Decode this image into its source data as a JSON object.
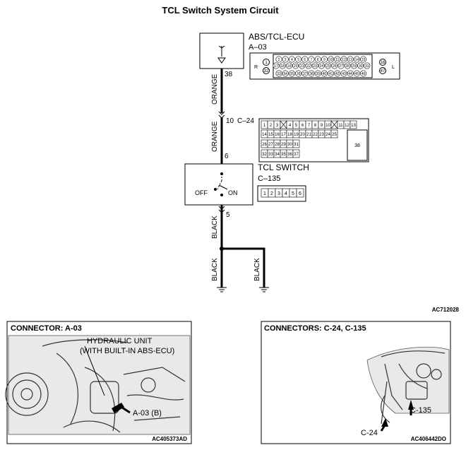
{
  "diagram_title": "TCL Switch System Circuit",
  "ecu": {
    "name": "ABS/TCL-ECU",
    "connector": "A–03",
    "pin": "38",
    "pins_row1": [
      "2",
      "3",
      "4",
      "5",
      "6",
      "7",
      "8",
      "9",
      "10",
      "11",
      "12",
      "13",
      "14",
      "15"
    ],
    "pins_row2": [
      "17",
      "18",
      "19",
      "20",
      "21",
      "22",
      "23",
      "24",
      "25",
      "26",
      "27",
      "28",
      "29",
      "30",
      "31"
    ],
    "pins_row3": [
      "33",
      "34",
      "35",
      "36",
      "37",
      "38",
      "39",
      "40",
      "41",
      "42",
      "43",
      "44",
      "45",
      "46"
    ],
    "pin_left_top": "1",
    "pin_left_bottom": "32",
    "pin_right_top": "16",
    "pin_right_bottom": "47",
    "side_left": "R",
    "side_right": "L"
  },
  "wire_upper": {
    "color": "ORANGE"
  },
  "wire_middle": {
    "color": "ORANGE"
  },
  "joint": {
    "pin": "10",
    "connector": "C–24"
  },
  "c24_grid": {
    "row1": [
      "1",
      "2",
      "3",
      "",
      "4",
      "5",
      "6",
      "7",
      "8",
      "9",
      "10",
      "",
      "11",
      "12",
      "13"
    ],
    "row2": [
      "14",
      "15",
      "16",
      "17",
      "18",
      "19",
      "20",
      "21",
      "22",
      "23",
      "24",
      "25"
    ],
    "row3a": [
      "26",
      "27",
      "28",
      "29",
      "30",
      "31"
    ],
    "row3b": [
      "32",
      "33",
      "34",
      "35",
      "36",
      "37"
    ],
    "big_pin": "38"
  },
  "tcl_switch": {
    "name": "TCL SWITCH",
    "connector": "C–135",
    "pin_top": "6",
    "pin_bottom": "5",
    "off_label": "OFF",
    "on_label": "ON",
    "pins": [
      "1",
      "2",
      "3",
      "4",
      "5",
      "6"
    ]
  },
  "wire_lower_left": {
    "color": "BLACK"
  },
  "wire_lower_mid": {
    "color": "BLACK"
  },
  "wire_lower_right": {
    "color": "BLACK"
  },
  "figure_code": "AC712028",
  "panel_a03": {
    "title": "CONNECTOR: A-03",
    "callout_line1": "HYDRAULIC UNIT",
    "callout_line2": "(WITH BUILT-IN ABS-ECU)",
    "arrow_label": "A-03 (B)",
    "code": "AC405373AD"
  },
  "panel_c24": {
    "title": "CONNECTORS: C-24, C-135",
    "label_c135": "C-135",
    "label_c24": "C-24",
    "code": "AC406442DO"
  }
}
